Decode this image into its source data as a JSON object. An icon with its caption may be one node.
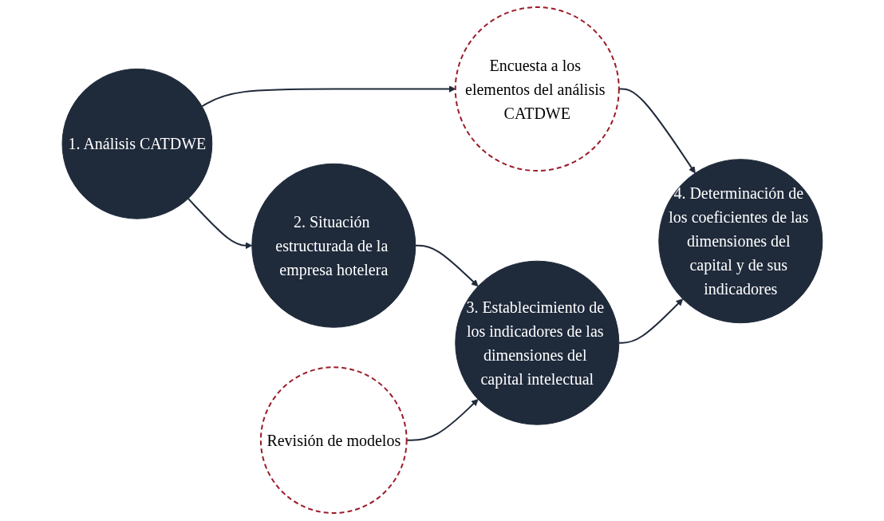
{
  "diagram": {
    "nodes": [
      {
        "text": [
          "1. Análisis CATDWE"
        ]
      },
      {
        "text": [
          "Encuesta a los elementos del análisis CATDWE"
        ]
      },
      {
        "text": [
          "2. Situación estructurada de la empresa hotelera"
        ]
      },
      {
        "text": [
          "4. Determinación de los coeficientes de las dimensiones del capital y de sus indicadores"
        ]
      },
      {
        "text": [
          "Revisión de modelos"
        ]
      },
      {
        "text": [
          "3. Establecimiento de los indicadores de las dimensiones del capital intelectual"
        ]
      }
    ],
    "edges": [
      {
        "from": 0,
        "to": 1,
        "arrow": "to"
      },
      {
        "from": 0,
        "to": 2,
        "arrow": "to"
      },
      {
        "from": 1,
        "to": 3,
        "arrow": "to"
      },
      {
        "from": 2,
        "to": 5,
        "arrow": "to"
      },
      {
        "from": 4,
        "to": 5,
        "arrow": "to"
      },
      {
        "from": 5,
        "to": 3,
        "arrow": "to"
      }
    ]
  }
}
